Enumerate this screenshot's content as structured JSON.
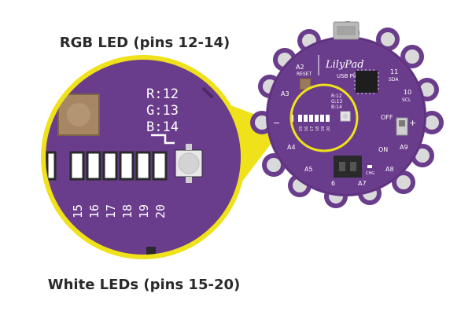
{
  "captions": {
    "rgb": "RGB LED (pins 12-14)",
    "white": "White LEDs (pins 15-20)"
  },
  "magnified": {
    "rgb_pins": [
      "R:12",
      "G:13",
      "B:14"
    ],
    "white_pin_numbers": [
      "15",
      "16",
      "17",
      "18",
      "19",
      "20"
    ]
  },
  "board": {
    "logo_line1": "LilyPad",
    "logo_line2": "USB Plus",
    "reset": "RESET",
    "a2": "A2",
    "a3": "A3",
    "a4": "A4",
    "a5": "A5",
    "a6": "6",
    "a7": "A7",
    "a8": "A8",
    "a9": "A9",
    "p10": "10",
    "scl": "SCL",
    "p11": "11",
    "sda": "SDA",
    "off": "OFF",
    "on": "ON",
    "minus_left": "−",
    "plus_right": "+",
    "chg": "CHG",
    "rgb_pins": [
      "R:12",
      "G:13",
      "B:14"
    ],
    "white_pin_numbers": [
      "15",
      "16",
      "17",
      "18",
      "19",
      "20"
    ]
  },
  "colors": {
    "board_purple": "#6a3c8c",
    "callout_yellow": "#efe11a",
    "pad_gray": "#c9c9c9",
    "pcb_text": "#ffffff"
  }
}
